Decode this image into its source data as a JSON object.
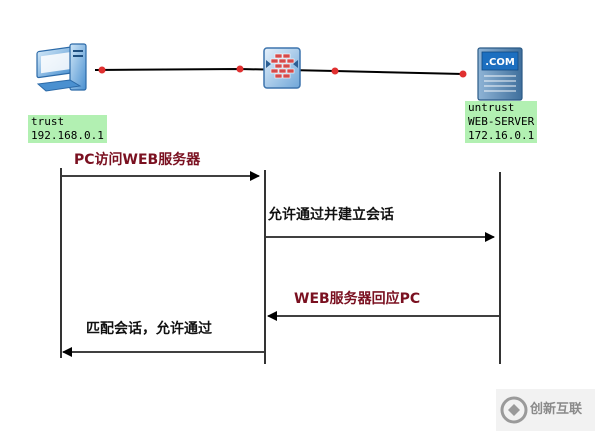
{
  "nodes": {
    "pc": {
      "zone": "trust",
      "ip": "192.168.0.1"
    },
    "server": {
      "zone": "untrust",
      "name": "WEB-SERVER",
      "ip": "172.16.0.1",
      "badge": ".COM"
    }
  },
  "messages": [
    {
      "text": "PC访问WEB服务器",
      "from": "pc",
      "to": "firewall"
    },
    {
      "text": "允许通过并建立会话",
      "from": "firewall",
      "to": "server"
    },
    {
      "text": "WEB服务器回应PC",
      "from": "server",
      "to": "firewall"
    },
    {
      "text": "匹配会话，允许通过",
      "from": "firewall",
      "to": "pc"
    }
  ],
  "colors": {
    "label_bg": "#b2f0b2",
    "message_text": "#7a1020",
    "link_dot": "#e03030",
    "line": "#000000"
  },
  "watermark": {
    "text": "创新互联"
  }
}
